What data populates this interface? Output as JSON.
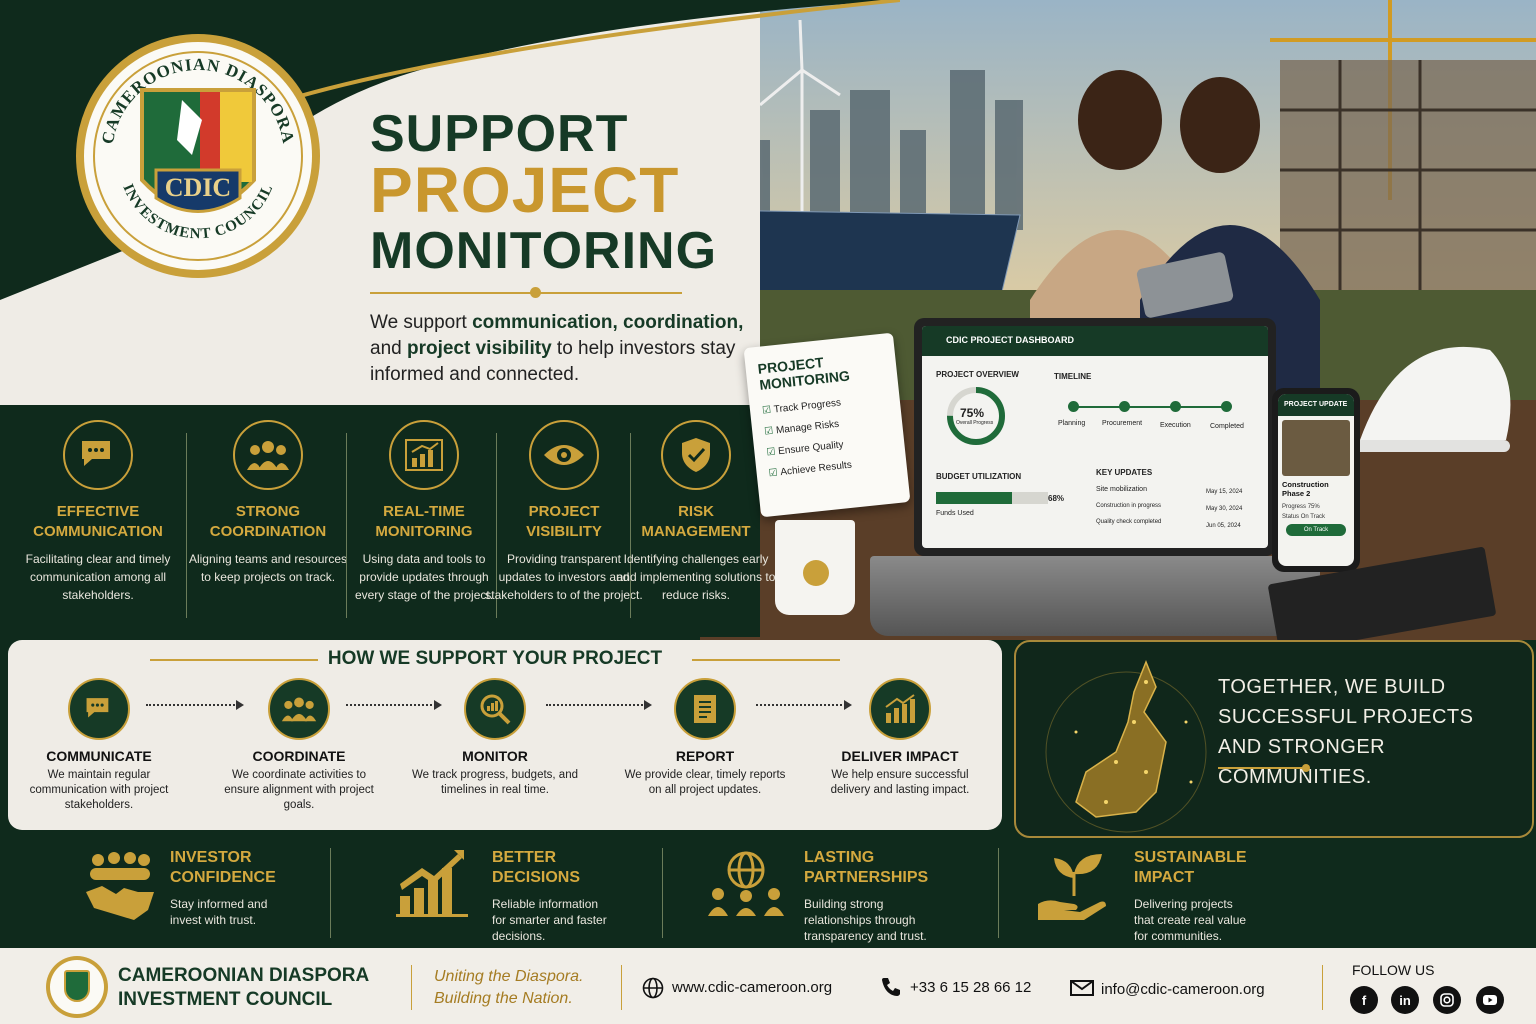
{
  "colors": {
    "dark_green": "#0f2a1c",
    "gold": "#c9a03a",
    "cream": "#efece6"
  },
  "logo": {
    "ring_text_top": "CAMEROONIAN DIASPORA",
    "ring_text_bottom": "INVESTMENT COUNCIL",
    "center": "CDIC"
  },
  "hero": {
    "title_line1": "SUPPORT",
    "title_line2": "PROJECT",
    "title_line3": "MONITORING",
    "intro_part1": "We support ",
    "intro_bold1": "communication, coordination,",
    "intro_part2": " and ",
    "intro_bold2": "project visibility",
    "intro_part3": " to help investors stay informed and connected."
  },
  "features": [
    {
      "icon": "chat-icon",
      "title_l1": "EFFECTIVE",
      "title_l2": "COMMUNICATION",
      "desc": "Facilitating clear and timely communication among all stakeholders."
    },
    {
      "icon": "team-icon",
      "title_l1": "STRONG",
      "title_l2": "COORDINATION",
      "desc": "Aligning teams and resources to keep projects on track."
    },
    {
      "icon": "bar-chart-icon",
      "title_l1": "REAL-TIME",
      "title_l2": "MONITORING",
      "desc": "Using data and tools to provide updates through every stage of the project."
    },
    {
      "icon": "eye-icon",
      "title_l1": "PROJECT",
      "title_l2": "VISIBILITY",
      "desc": "Providing transparent updates to investors and stakeholders to of the project."
    },
    {
      "icon": "shield-check-icon",
      "title_l1": "RISK",
      "title_l2": "MANAGEMENT",
      "desc": "Identifying challenges early and implementing solutions to reduce risks."
    }
  ],
  "calendar": {
    "title_l1": "PROJECT",
    "title_l2": "MONITORING",
    "items": [
      "Track Progress",
      "Manage Risks",
      "Ensure Quality",
      "Achieve Results"
    ]
  },
  "dashboard": {
    "header": "CDIC PROJECT DASHBOARD",
    "overview_label": "PROJECT OVERVIEW",
    "progress_value": "75%",
    "progress_caption": "Overall Progress",
    "progress_fraction": 0.75,
    "timeline_label": "TIMELINE",
    "timeline_steps": [
      "Planning",
      "Procurement",
      "Execution",
      "Completed"
    ],
    "budget_label": "BUDGET UTILIZATION",
    "budget_value": "68%",
    "budget_fraction": 0.68,
    "budget_caption": "Funds Used",
    "updates_label": "KEY UPDATES",
    "updates": [
      {
        "text": "Site mobilization",
        "date": "May 15, 2024"
      },
      {
        "text": "Construction in progress",
        "date": "May 30, 2024"
      },
      {
        "text": "Quality check completed",
        "date": "Jun 05, 2024"
      }
    ]
  },
  "phone": {
    "header": "PROJECT UPDATE",
    "project": "Construction Phase 2",
    "progress_label": "Progress",
    "progress_value": "75%",
    "status_label": "Status",
    "status_value": "On Track",
    "button": "On Track"
  },
  "how": {
    "title": "HOW WE SUPPORT YOUR PROJECT",
    "steps": [
      {
        "icon": "chat-icon",
        "title": "COMMUNICATE",
        "desc": "We maintain regular communication with project stakeholders."
      },
      {
        "icon": "team-icon",
        "title": "COORDINATE",
        "desc": "We coordinate activities to ensure alignment with project goals."
      },
      {
        "icon": "magnifier-chart-icon",
        "title": "MONITOR",
        "desc": "We track progress, budgets, and timelines in real time."
      },
      {
        "icon": "report-icon",
        "title": "REPORT",
        "desc": "We provide clear, timely reports on all project updates."
      },
      {
        "icon": "growth-chart-icon",
        "title": "DELIVER IMPACT",
        "desc": "We help ensure successful delivery and lasting impact."
      }
    ]
  },
  "together": {
    "text_l1": "TOGETHER, WE BUILD",
    "text_l2": "SUCCESSFUL PROJECTS",
    "text_l3": "AND STRONGER COMMUNITIES."
  },
  "benefits": [
    {
      "icon": "handshake-icon",
      "title_l1": "INVESTOR",
      "title_l2": "CONFIDENCE",
      "desc_l1": "Stay informed and",
      "desc_l2": "invest with trust.",
      "desc_l3": ""
    },
    {
      "icon": "rising-bars-icon",
      "title_l1": "BETTER",
      "title_l2": "DECISIONS",
      "desc_l1": "Reliable information",
      "desc_l2": "for smarter and faster",
      "desc_l3": "decisions."
    },
    {
      "icon": "globe-people-icon",
      "title_l1": "LASTING",
      "title_l2": "PARTNERSHIPS",
      "desc_l1": "Building strong",
      "desc_l2": "relationships through",
      "desc_l3": "transparency and trust."
    },
    {
      "icon": "plant-hand-icon",
      "title_l1": "SUSTAINABLE",
      "title_l2": "IMPACT",
      "desc_l1": "Delivering projects",
      "desc_l2": "that create real value",
      "desc_l3": "for communities."
    }
  ],
  "footer": {
    "org_l1": "CAMEROONIAN DIASPORA",
    "org_l2": "INVESTMENT COUNCIL",
    "tagline_l1": "Uniting the Diaspora.",
    "tagline_l2": "Building the Nation.",
    "website": "www.cdic-cameroon.org",
    "phone": "+33 6 15 28 66 12",
    "email": "info@cdic-cameroon.org",
    "follow": "FOLLOW US",
    "socials": [
      "facebook-icon",
      "linkedin-icon",
      "instagram-icon",
      "youtube-icon"
    ]
  }
}
